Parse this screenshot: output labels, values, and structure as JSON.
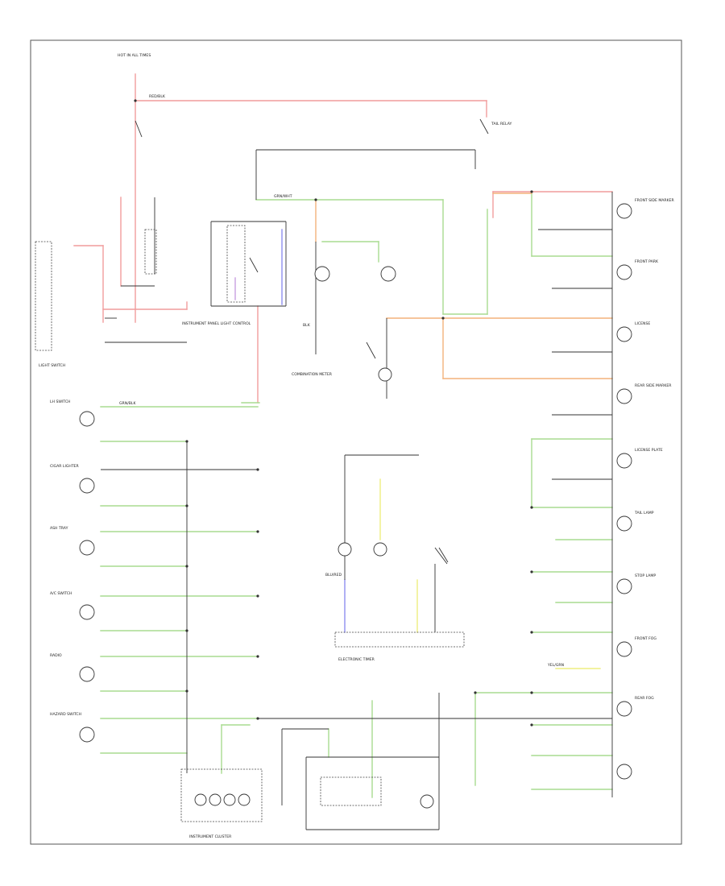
{
  "diagram": {
    "title": "",
    "footer_code": "",
    "colors": {
      "red": "#f19c9c",
      "green": "#a9dc90",
      "orange": "#f3b27a",
      "blue": "#8e8ef0",
      "yellow": "#eeee80",
      "violet": "#c8a0e0",
      "black": "#333333"
    },
    "labels": {
      "top_fuse": "HOT IN ALL TIMES",
      "top_right_note": "",
      "tail_relay": "TAIL RELAY",
      "left_switch": "LIGHT SWITCH",
      "dimmer": "INSTRUMENT PANEL LIGHT CONTROL",
      "combination_meter": "COMBINATION METER",
      "instrument_cluster": "INSTRUMENT CLUSTER",
      "electronic_unit": "ELECTRONIC TIMER",
      "left_components": [
        "LH SWITCH",
        "CIGAR LIGHTER",
        "ASH TRAY",
        "A/C SWITCH",
        "RADIO",
        "HAZARD SWITCH"
      ],
      "right_components": [
        "FRONT SIDE MARKER",
        "FRONT PARK",
        "LICENSE",
        "REAR SIDE MARKER",
        "LICENSE PLATE",
        "TAIL LAMP",
        "STOP LAMP",
        "FRONT FOG",
        "REAR FOG"
      ],
      "wire_codes": [
        "RED/BLK",
        "GRN/WHT",
        "GRN/BLK",
        "BLK",
        "YEL/GRN",
        "BLU/RED"
      ]
    }
  }
}
